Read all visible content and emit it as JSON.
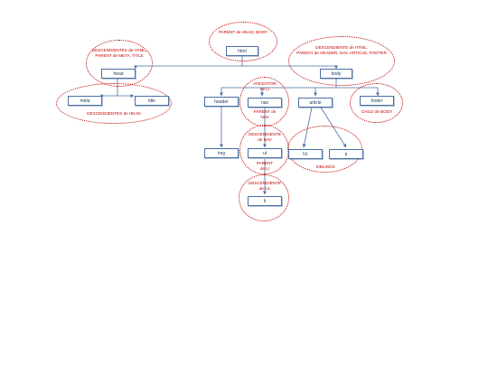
{
  "nodes": {
    "html": "html",
    "head": "head",
    "body": "body",
    "meta": "meta",
    "title": "title",
    "header": "header",
    "nav": "nav",
    "article": "article",
    "footer": "footer",
    "img": "img",
    "ul": "ul",
    "h1": "h1",
    "p": "p",
    "li": "li"
  },
  "labels": {
    "parent_head_body": "PARENT de HEAD, BODY",
    "descendientes_html_head": "DESCENDIENTES de HTML,\nPARENT de META, TITLE",
    "descendiente_html_body": "DESCENDIENTE de HTML,\nPARENT de HEADER, NAV, ARTICLE, FOOTER",
    "descendientes_de_head": "DESCENDIENTES de HEAD",
    "ancestor_li": "ANCESTOR\nde LI",
    "parent_nav": "PARENT de\nNAV",
    "child_body": "CHILD de BODY",
    "descendiente_nav": "DESCENDIENTE\nde NAV",
    "parent_li": "PARENT\nde LI",
    "siblings": "SIBLINGS",
    "descendiente_ul": "DESCENDIENTE\nde UL"
  },
  "colors": {
    "node_border": "#4a6fa5",
    "connector": "#4a6fa5",
    "annotation": "#c00000"
  }
}
